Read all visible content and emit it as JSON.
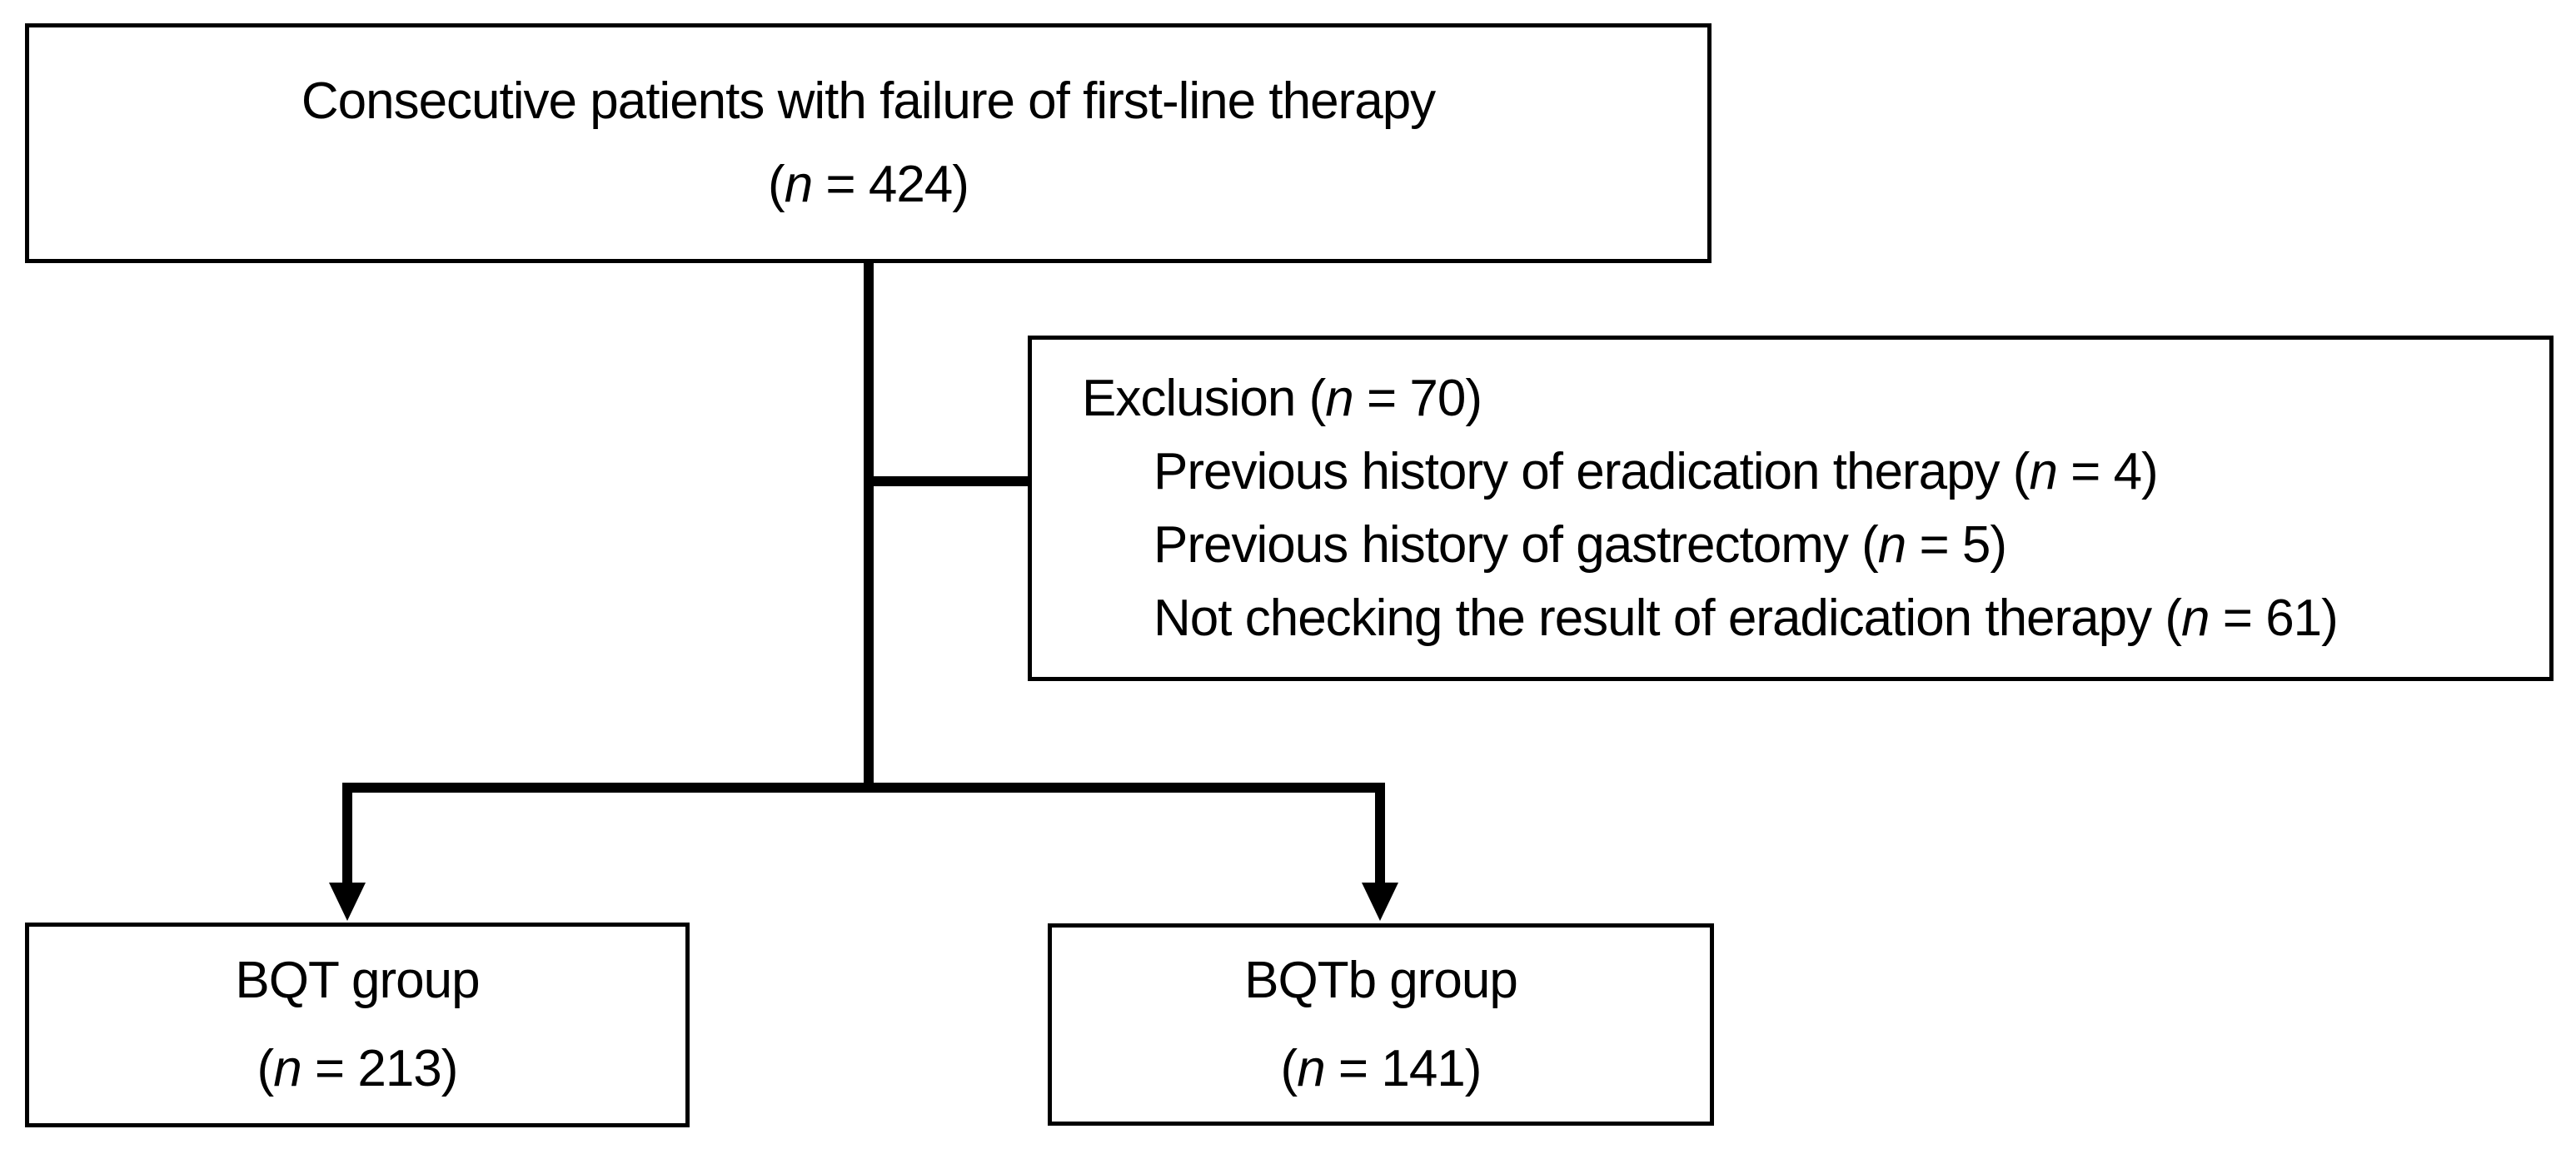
{
  "styles": {
    "background": "#ffffff",
    "line_color": "#000000",
    "text_color": "#000000"
  },
  "top_box": {
    "label": "Consecutive patients with failure of first-line therapy",
    "n_text": "(n = 424)"
  },
  "exclusion_box": {
    "title": "Exclusion",
    "n_text": "(n = 70)",
    "items": [
      {
        "label": "Previous history of eradication therapy",
        "n_text": "(n = 4)"
      },
      {
        "label": "Previous history of gastrectomy",
        "n_text": "(n = 5)"
      },
      {
        "label": "Not checking the result of eradication therapy",
        "n_text": "(n = 61)"
      }
    ]
  },
  "left_box": {
    "label": "BQT group",
    "n_text": "(n = 213)"
  },
  "right_box": {
    "label": "BQTb group",
    "n_text": "(n = 141)"
  }
}
